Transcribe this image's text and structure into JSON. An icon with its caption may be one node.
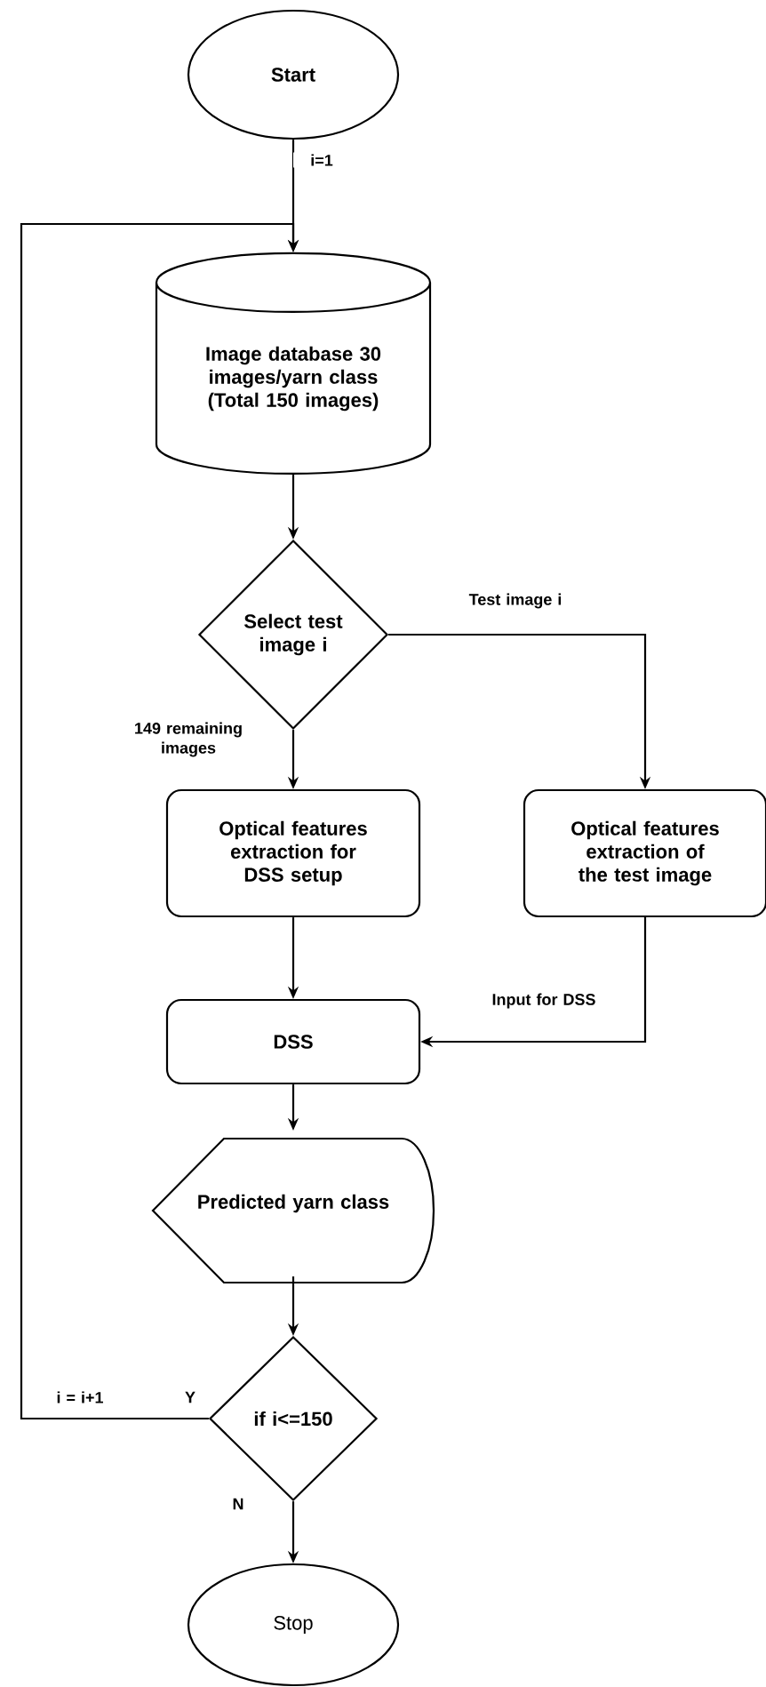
{
  "diagram": {
    "nodes": [
      {
        "text": [
          "Start"
        ]
      },
      {
        "text": [
          "Image database 30 images/yarn class (Total 150 images)"
        ]
      },
      {
        "text": [
          "Select test image i"
        ]
      },
      {
        "text": [
          "Optical features extraction for DSS setup"
        ]
      },
      {
        "text": [
          "Optical features extraction of the test image"
        ]
      },
      {
        "text": [
          "DSS"
        ]
      },
      {
        "text": [
          "Predicted yarn class"
        ]
      },
      {
        "text": [
          "if i<=150"
        ]
      },
      {
        "text": [
          "Stop"
        ]
      }
    ],
    "edges": [
      {
        "from": 0,
        "to": 1,
        "label": "i=1",
        "arrow": "to"
      },
      {
        "from": 1,
        "to": 2,
        "arrow": "to"
      },
      {
        "from": 2,
        "to": 3,
        "label": "149 remaining images",
        "arrow": "to"
      },
      {
        "from": 2,
        "to": 4,
        "label": "Test image i",
        "arrow": "to"
      },
      {
        "from": 3,
        "to": 5,
        "arrow": "to"
      },
      {
        "from": 4,
        "to": 5,
        "label": "Input for DSS",
        "arrow": "to"
      },
      {
        "from": 5,
        "to": 6,
        "arrow": "to"
      },
      {
        "from": 6,
        "to": 7,
        "arrow": "to"
      },
      {
        "from": 7,
        "to": 1,
        "label": "i = i+1",
        "arrow": "to"
      },
      {
        "from": 7,
        "to": 8,
        "label": "N",
        "arrow": "to"
      }
    ],
    "labels": [
      "Y"
    ]
  }
}
